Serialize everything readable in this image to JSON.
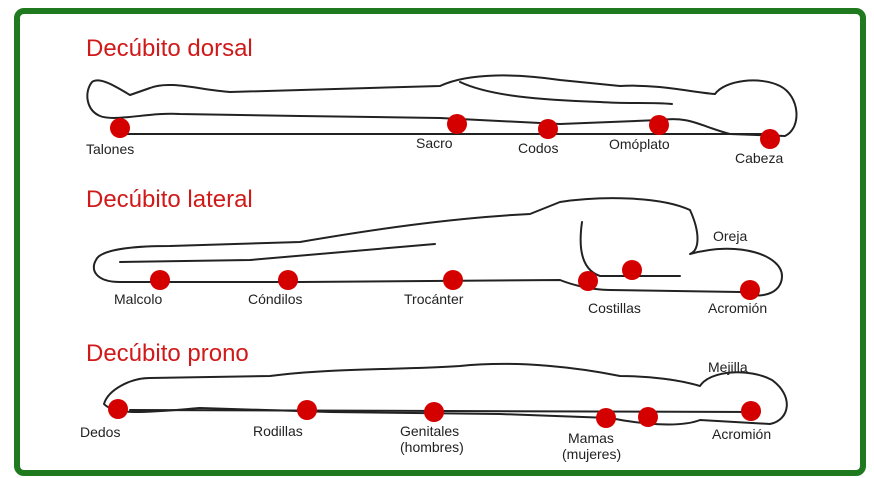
{
  "sections": [
    {
      "title": "Decúbito dorsal",
      "points": [
        "Talones",
        "Sacro",
        "Codos",
        "Omóplato",
        "Cabeza"
      ]
    },
    {
      "title": "Decúbito lateral",
      "points": [
        "Malcolo",
        "Cóndilos",
        "Trocánter",
        "Costillas",
        "Acromión",
        "Oreja"
      ]
    },
    {
      "title": "Decúbito prono",
      "points": [
        "Dedos",
        "Rodillas",
        "Genitales",
        "(hombres)",
        "Mamas",
        "(mujeres)",
        "Acromión",
        "Mejilla"
      ]
    }
  ],
  "colors": {
    "border": "#1f7a1f",
    "title": "#d01a1a",
    "pressure_point": "#d40000"
  }
}
